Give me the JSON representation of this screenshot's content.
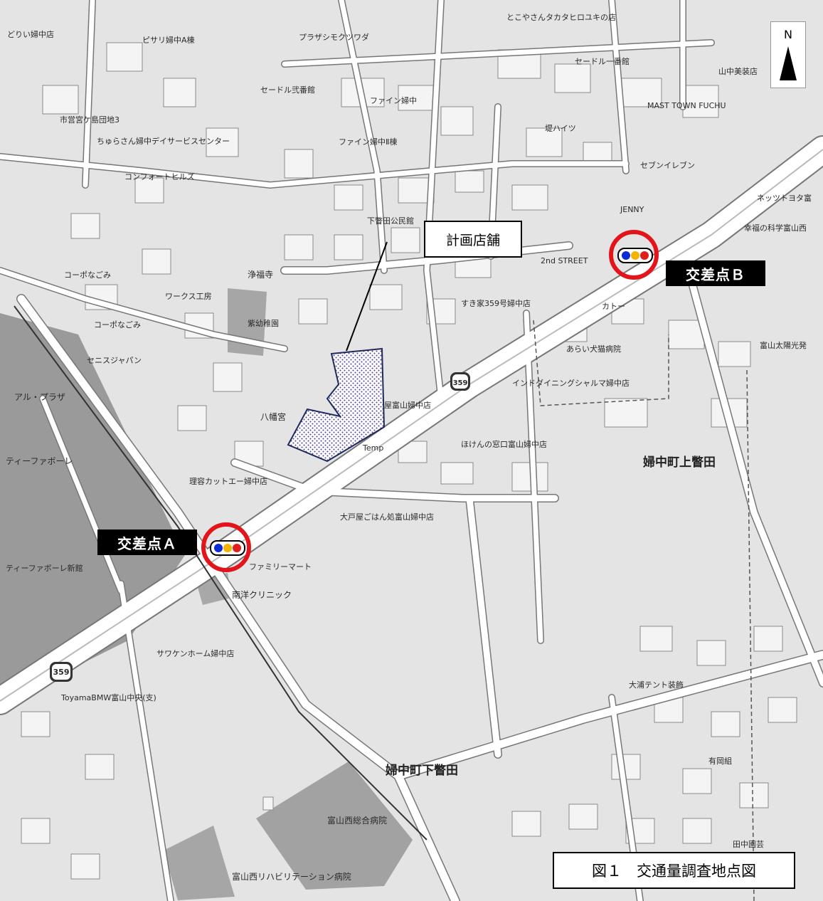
{
  "figure": {
    "title": "図１　交通量調査地点図"
  },
  "north_arrow": {
    "letter": "N",
    "icon": "north-arrow-icon"
  },
  "planned_store": {
    "label": "計画店舗"
  },
  "intersections": [
    {
      "id": "A",
      "label": "交差点Ａ"
    },
    {
      "id": "B",
      "label": "交差点Ｂ"
    }
  ],
  "signal_colors": {
    "blue": "#0a2bd6",
    "yellow": "#f2b400",
    "red": "#e0201a",
    "ring": "#e3151b"
  },
  "route_shields": [
    "359",
    "359"
  ],
  "place_labels": [
    "どりい婦中店",
    "ピサリ婦中A棟",
    "プラザシモクツワダ",
    "とこやさんタカタヒロユキの店",
    "セードル一番館",
    "山中美装店",
    "MAST TOWN FUCHU",
    "セードル弐番館",
    "ファイン婦中",
    "ファイン婦中Ⅱ棟",
    "堤ハイツ",
    "市営宮ケ島団地3",
    "ちゅらさん婦中デイサービスセンター",
    "コンフォートヒルズ",
    "セブンイレブン",
    "ネッツトヨタ富",
    "JENNY",
    "幸福の科学富山西",
    "下瞥田公民館",
    "2nd STREET",
    "コーポなごみ",
    "浄福寺",
    "ワークス工房",
    "すき家359号婦中店",
    "カトー",
    "紫幼稚園",
    "コーポなごみ",
    "あらい犬猫病院",
    "富山太陽光発",
    "セニスジャパン",
    "インドダイニングシャルマ婦中店",
    "アル・プラザ",
    "八幡宮",
    "屋富山婦中店",
    "ほけんの窓口富山婦中店",
    "ティーファボーレ",
    "Temp",
    "理容カットエー婦中店",
    "大戸屋ごはん処富山婦中店",
    "ティーファボーレ新館",
    "ファミリーマート",
    "南洋クリニック",
    "サワケンホーム婦中店",
    "ToyamaBMW富山中央(支)",
    "大浦テント装飾",
    "有岡組",
    "富山西総合病院",
    "田中園芸",
    "富山西リハビリテーション病院"
  ],
  "town_labels": [
    "婦中町上瞥田",
    "婦中町下瞥田"
  ]
}
